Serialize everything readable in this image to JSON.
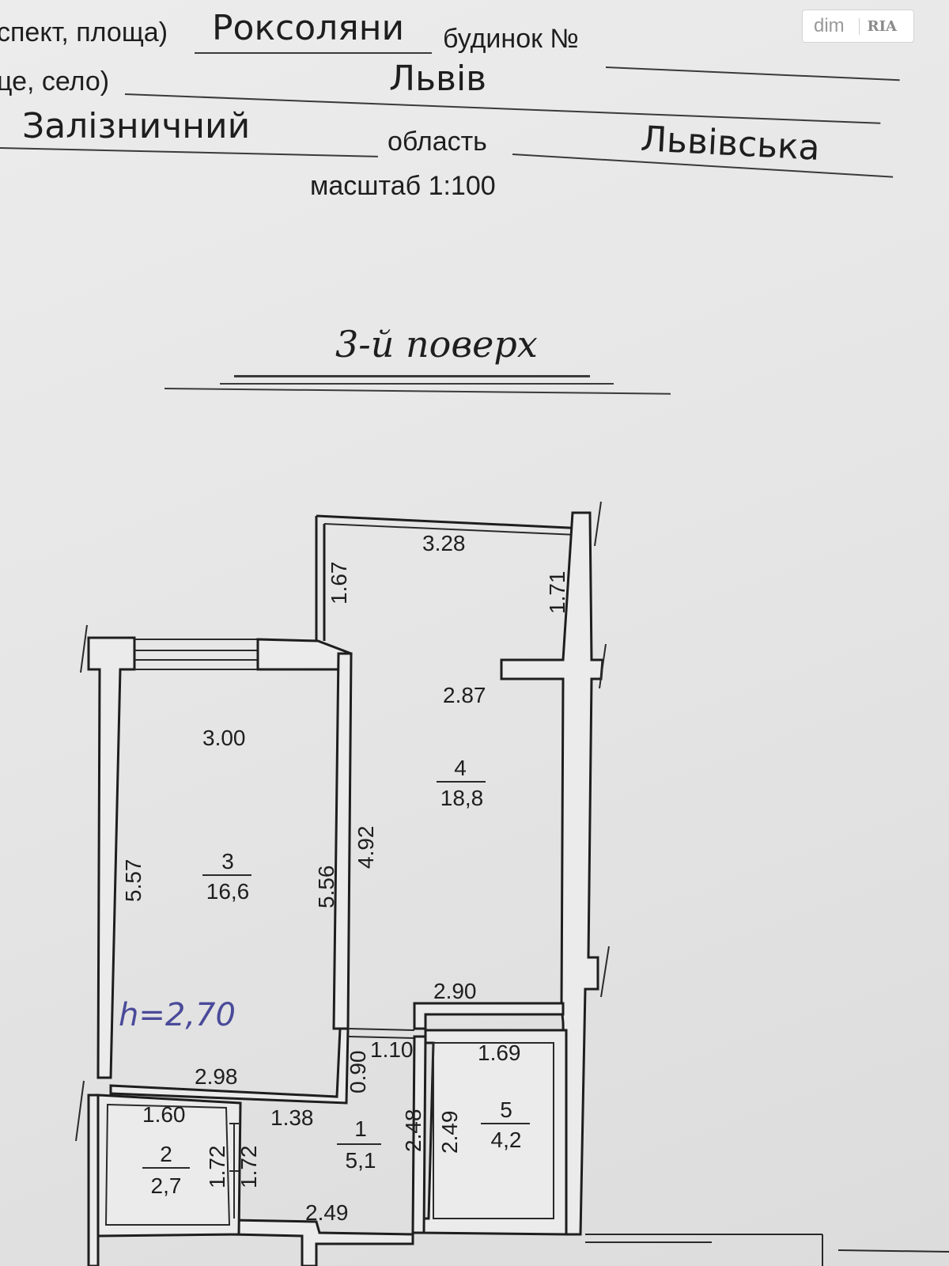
{
  "header": {
    "line1_label": "спект, площа)",
    "street": "Роксоляни",
    "house_label": "будинок №",
    "line2_label": "це, село)",
    "city": "Львів",
    "district": "Залізничний",
    "region_label": "область",
    "region": "Львівська",
    "scale": "масштаб 1:100"
  },
  "floor_title": "3-й поверх",
  "watermark": {
    "brand": "dim",
    "ria": "RIA"
  },
  "plan": {
    "rooms": [
      {
        "number": "1",
        "area": "5,1"
      },
      {
        "number": "2",
        "area": "2,7"
      },
      {
        "number": "3",
        "area": "16,6"
      },
      {
        "number": "4",
        "area": "18,8"
      },
      {
        "number": "5",
        "area": "4,2"
      }
    ],
    "dimensions": [
      "3.28",
      "1.67",
      "1.71",
      "2.87",
      "3.00",
      "4.92",
      "5.57",
      "5.56",
      "2.90",
      "2.98",
      "0.90",
      "1.10",
      "1.69",
      "1.60",
      "1.38",
      "2.48",
      "2.49",
      "1.72",
      "1.72",
      "2.49"
    ],
    "ceiling_height_note": "h=2,70"
  }
}
